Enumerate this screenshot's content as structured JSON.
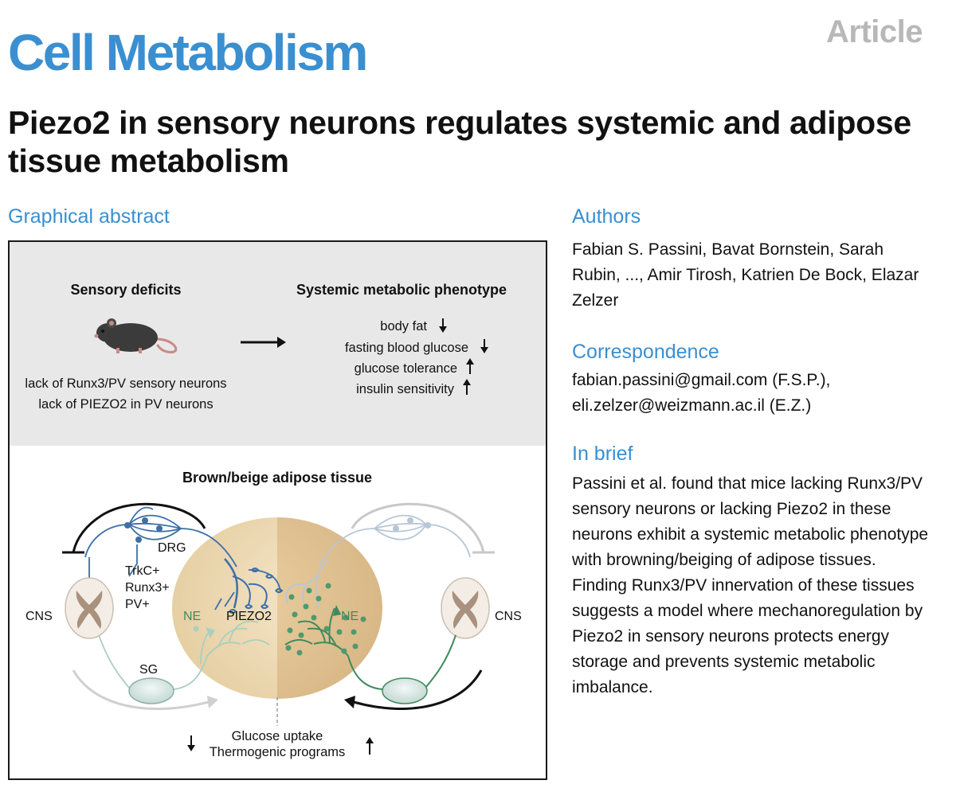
{
  "header": {
    "journal": "Cell Metabolism",
    "article_type": "Article"
  },
  "title": "Piezo2 in sensory neurons regulates systemic and adipose tissue metabolism",
  "graphical_abstract": {
    "heading": "Graphical abstract",
    "top_panel": {
      "left_title": "Sensory deficits",
      "left_line1": "lack of Runx3/PV sensory neurons",
      "left_line2": "lack of PIEZO2 in PV neurons",
      "right_title": "Systemic metabolic phenotype",
      "phenotypes": [
        {
          "label": "body fat",
          "direction": "down"
        },
        {
          "label": "fasting blood glucose",
          "direction": "down"
        },
        {
          "label": "glucose tolerance",
          "direction": "up"
        },
        {
          "label": "insulin sensitivity",
          "direction": "up"
        }
      ]
    },
    "bottom_panel": {
      "title": "Brown/beige adipose tissue",
      "drg": "DRG",
      "trkc": "TrkC+",
      "runx3": "Runx3+",
      "pv": "PV+",
      "cns_left": "CNS",
      "cns_right": "CNS",
      "sg": "SG",
      "ne_left": "NE",
      "ne_right": "NE",
      "piezo2": "PIEZO2",
      "glucose_uptake": "Glucose uptake",
      "thermogenic": "Thermogenic programs"
    }
  },
  "authors": {
    "heading": "Authors",
    "text": "Fabian S. Passini, Bavat Bornstein, Sarah Rubin, ..., Amir Tirosh, Katrien De Bock, Elazar Zelzer"
  },
  "correspondence": {
    "heading": "Correspondence",
    "text": "fabian.passini@gmail.com (F.S.P.), eli.zelzer@weizmann.ac.il (E.Z.)"
  },
  "in_brief": {
    "heading": "In brief",
    "text": "Passini et al. found that mice lacking Runx3/PV sensory neurons or lacking Piezo2 in these neurons exhibit a systemic metabolic phenotype with browning/beiging of adipose tissues. Finding Runx3/PV innervation of these tissues suggests a model where mechanoregulation by Piezo2 in sensory neurons protects energy storage and prevents systemic metabolic imbalance."
  },
  "colors": {
    "journal_blue": "#3a8fd0",
    "nerve_blue": "#3d6fa8",
    "nerve_green": "#3f8a5e",
    "tissue_tan": "#ecd5ad",
    "panel_gray": "#e8e8e8"
  }
}
